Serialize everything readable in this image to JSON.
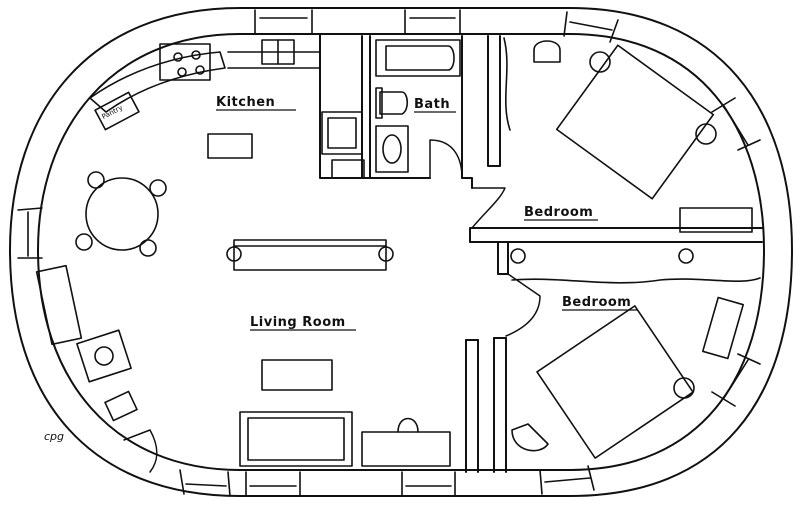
{
  "labels": {
    "kitchen": "Kitchen",
    "bath": "Bath",
    "bedroom_upper": "Bedroom",
    "bedroom_lower": "Bedroom",
    "living_room": "Living Room",
    "pantry": "Pantry",
    "signature": "cpg"
  },
  "colors": {
    "line": "#111111",
    "background": "#ffffff"
  }
}
